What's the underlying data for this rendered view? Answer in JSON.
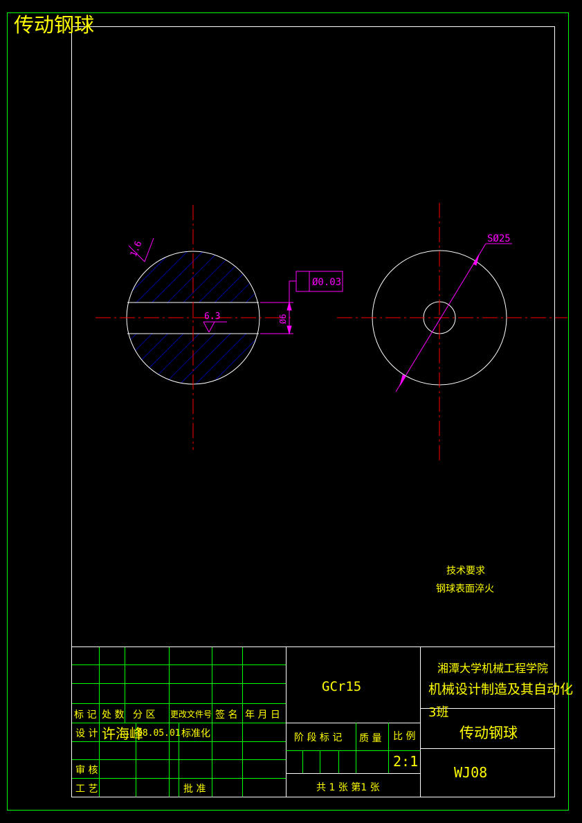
{
  "drawing_title": "传动钢球",
  "views": {
    "section": {
      "roughness_outer": "1.6",
      "roughness_bore": "6.3",
      "bore_dimension": "Ø6",
      "tolerance_frame": "Ø0.03"
    },
    "front": {
      "sphere_dimension": "SØ25"
    }
  },
  "technical_requirements": {
    "heading": "技术要求",
    "note": "钢球表面淬火"
  },
  "title_block": {
    "material": "GCr15",
    "school": "湘潭大学机械工程学院",
    "major": "机械设计制造及其自动化",
    "class": "3班",
    "part_name": "传动钢球",
    "drawing_number": "WJ08",
    "scale_header": "比 例",
    "scale": "2:1",
    "stage_mark_header": "阶 段 标 记",
    "mass_header": "质 量",
    "sheet_info": "共 1 张  第1  张",
    "header_cells": [
      "标 记",
      "处 数",
      "分   区",
      "更改文件号",
      "签 名",
      "年 月 日"
    ],
    "row_labels": {
      "design": "设 计",
      "check": "审 核",
      "process": "工 艺",
      "standardize": "标准化",
      "approve": "批 准"
    },
    "designer": "许海峰",
    "date": "08.05.01"
  },
  "colors": {
    "frame_green": "#00ff00",
    "inner_frame": "#ffffff",
    "centerline_red": "#ff0000",
    "dimension_magenta": "#ff00ff",
    "hatch_blue": "#0000ff",
    "text_yellow": "#ffff00"
  }
}
